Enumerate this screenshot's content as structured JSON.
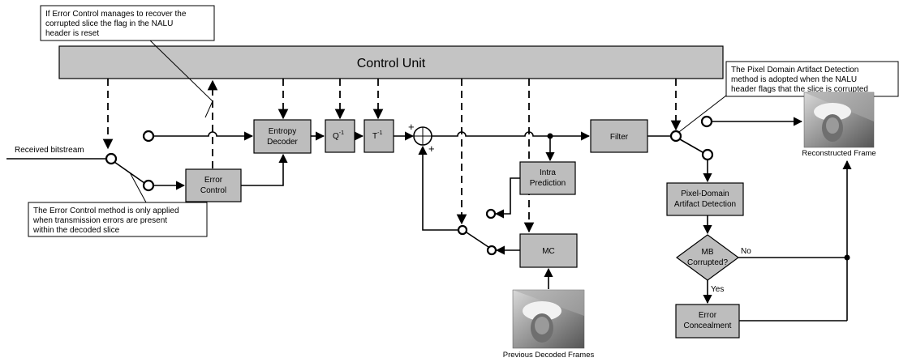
{
  "control_unit": "Control Unit",
  "input_label": "Received bitstream",
  "blocks": {
    "entropy_decoder": [
      "Entropy",
      "Decoder"
    ],
    "q_inverse": "Q",
    "t_inverse": "T",
    "inverse_sup": "-1",
    "error_control": [
      "Error",
      "Control"
    ],
    "filter": "Filter",
    "intra_prediction": [
      "Intra",
      "Prediction"
    ],
    "mc": "MC",
    "artifact_detection": [
      "Pixel-Domain",
      "Artifact Detection"
    ],
    "mb_corrupted": [
      "MB",
      "Corrupted?"
    ],
    "error_concealment": [
      "Error",
      "Concealment"
    ]
  },
  "decision": {
    "no": "No",
    "yes": "Yes"
  },
  "adder_signs": {
    "top": "+",
    "bottom": "+"
  },
  "images": {
    "previous": "Previous Decoded Frames",
    "reconstructed": "Reconstructed Frame"
  },
  "notes": {
    "top_left": [
      "If Error Control manages to recover the",
      "corrupted slice the flag in the NALU",
      "header is reset"
    ],
    "top_right": [
      "The Pixel Domain Artifact Detection",
      "method is adopted when the NALU",
      "header flags that the slice is corrupted"
    ],
    "bottom_left": [
      "The Error Control method is only applied",
      "when transmission errors are present",
      "within the decoded slice"
    ]
  }
}
